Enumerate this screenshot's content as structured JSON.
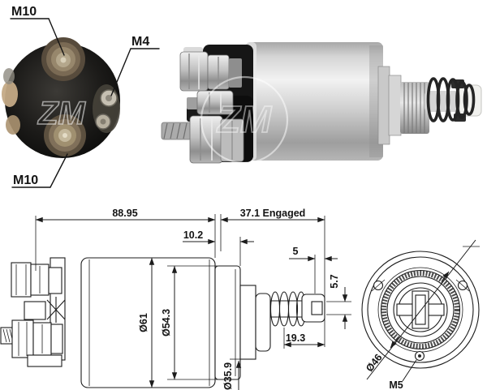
{
  "colors": {
    "line": "#1c1c1c",
    "watermark": "#ffffff",
    "metal_highlight": "#f1f1f1",
    "metal_shadow": "#9d9d9d",
    "terminal_bronze": "#9c8b6e",
    "face_black": "#141414"
  },
  "photos": {
    "watermark_text": "ZM",
    "labels": {
      "terminal_top": "M10",
      "terminal_small": "M4",
      "terminal_bottom": "M10"
    }
  },
  "drawing": {
    "dimensions": {
      "total_length": "88.95",
      "engaged_length": "37.1 Engaged",
      "front_cap_length": "10.2",
      "plunger_gap": "5",
      "body_diameter": "Ø61",
      "flange_diameter": "Ø54.3",
      "pilot_diameter": "Ø35.9",
      "pin_diameter": "5.7",
      "travel_length": "19.3",
      "bolt_circle_diameter": "Ø46",
      "mount_hole_thread": "M5"
    }
  }
}
